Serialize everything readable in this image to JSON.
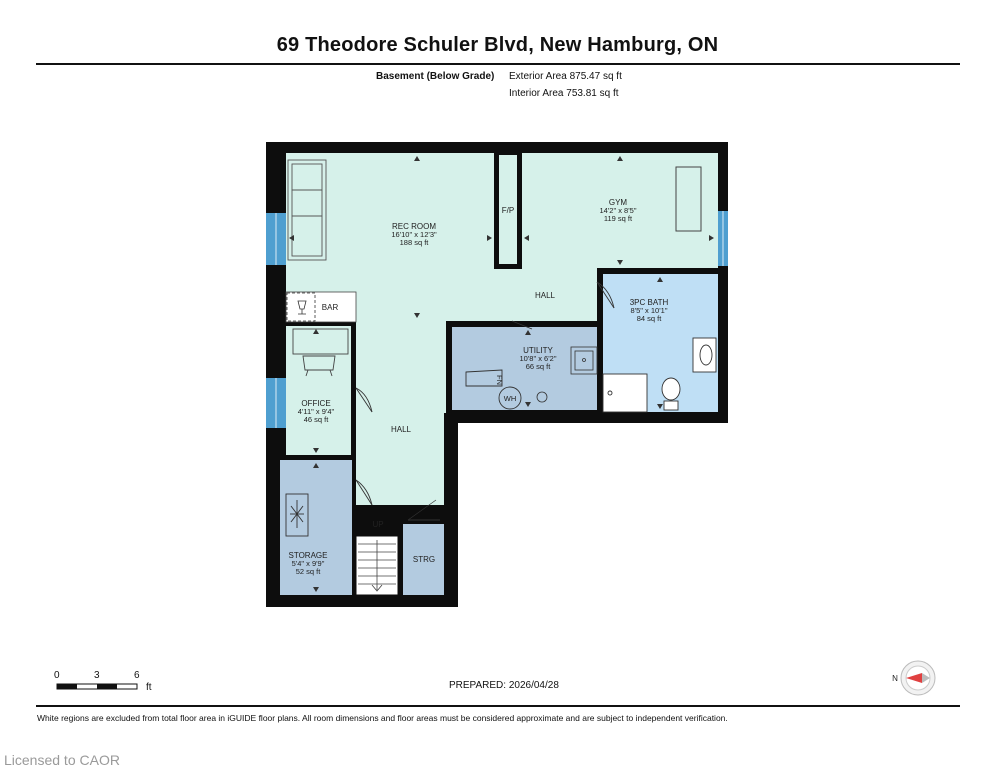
{
  "header": {
    "address": "69 Theodore Schuler Blvd, New Hamburg, ON",
    "floor_label": "Basement (Below Grade)",
    "exterior_area": "Exterior Area 875.47 sq ft",
    "interior_area": "Interior Area 753.81 sq ft"
  },
  "rooms": {
    "rec_room": {
      "name": "REC ROOM",
      "dims": "16'10\" x 12'3\"",
      "area": "188 sq ft"
    },
    "gym": {
      "name": "GYM",
      "dims": "14'2\" x 8'5\"",
      "area": "119 sq ft"
    },
    "bath": {
      "name": "3PC BATH",
      "dims": "8'5\" x 10'1\"",
      "area": "84 sq ft"
    },
    "utility": {
      "name": "UTILITY",
      "dims": "10'8\" x 6'2\"",
      "area": "66 sq ft"
    },
    "office": {
      "name": "OFFICE",
      "dims": "4'11\" x 9'4\"",
      "area": "46 sq ft"
    },
    "storage": {
      "name": "STORAGE",
      "dims": "5'4\" x 9'9\"",
      "area": "52 sq ft"
    }
  },
  "labels": {
    "fp": "F/P",
    "hall_upper": "HALL",
    "hall_lower": "HALL",
    "bar": "BAR",
    "up": "UP",
    "strg": "STRG",
    "wh": "WH",
    "fn": "FN"
  },
  "scale": {
    "ticks": [
      "0",
      "3",
      "6"
    ],
    "unit": "ft"
  },
  "compass": {
    "label": "N"
  },
  "footer": {
    "prepared": "PREPARED: 2026/04/28",
    "disclaimer": "White regions are excluded from total floor area in iGUIDE floor plans. All room dimensions and floor areas must be considered approximate and are subject to independent verification.",
    "licensed": "Licensed to CAOR"
  },
  "colors": {
    "wall": "#0d0d0d",
    "rec_room_fill": "#d6f1ea",
    "bath_fill": "#bfdff5",
    "utility_fill": "#b3cbe0",
    "window": "#4f9fd0",
    "compass_arrow": "#e04040"
  }
}
